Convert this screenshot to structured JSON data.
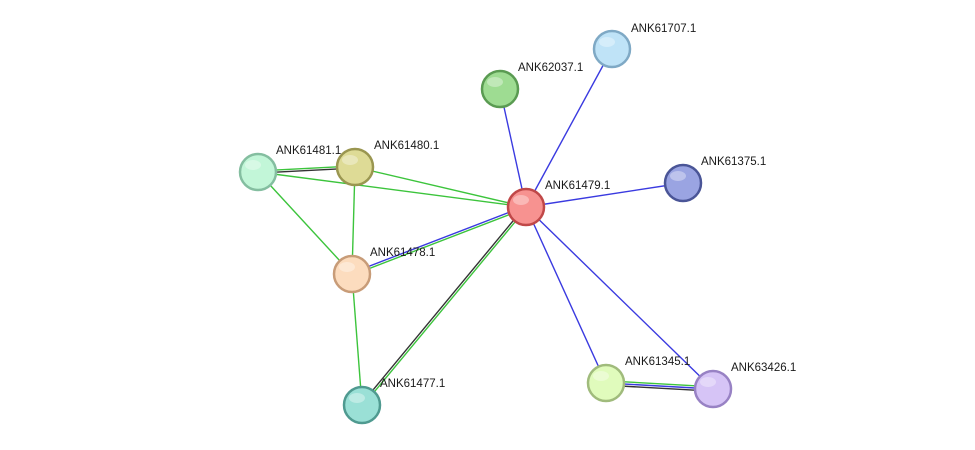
{
  "network": {
    "nodes": [
      {
        "id": "ANK61479.1",
        "label": "ANK61479.1",
        "fill": "#f79290",
        "stroke": "#c04848"
      },
      {
        "id": "ANK61707.1",
        "label": "ANK61707.1",
        "fill": "#bfe3f7",
        "stroke": "#7fa9c5"
      },
      {
        "id": "ANK62037.1",
        "label": "ANK62037.1",
        "fill": "#9edc92",
        "stroke": "#5a9b52"
      },
      {
        "id": "ANK61375.1",
        "label": "ANK61375.1",
        "fill": "#9aa4e2",
        "stroke": "#4a5597"
      },
      {
        "id": "ANK61481.1",
        "label": "ANK61481.1",
        "fill": "#c2f6d8",
        "stroke": "#84bea0"
      },
      {
        "id": "ANK61480.1",
        "label": "ANK61480.1",
        "fill": "#dedb96",
        "stroke": "#9a9650"
      },
      {
        "id": "ANK61478.1",
        "label": "ANK61478.1",
        "fill": "#fcdcbe",
        "stroke": "#c89c78"
      },
      {
        "id": "ANK61477.1",
        "label": "ANK61477.1",
        "fill": "#9ae0d6",
        "stroke": "#4f9a90"
      },
      {
        "id": "ANK61345.1",
        "label": "ANK61345.1",
        "fill": "#e0fbbc",
        "stroke": "#a0bb7c"
      },
      {
        "id": "ANK63426.1",
        "label": "ANK63426.1",
        "fill": "#d6c4f6",
        "stroke": "#9882c4"
      }
    ],
    "edges": [
      {
        "source": "ANK61479.1",
        "target": "ANK61707.1",
        "colors": [
          "#3a3ae0"
        ]
      },
      {
        "source": "ANK61479.1",
        "target": "ANK62037.1",
        "colors": [
          "#3a3ae0"
        ]
      },
      {
        "source": "ANK61479.1",
        "target": "ANK61375.1",
        "colors": [
          "#3a3ae0"
        ]
      },
      {
        "source": "ANK61479.1",
        "target": "ANK61481.1",
        "colors": [
          "#3cc43c"
        ]
      },
      {
        "source": "ANK61479.1",
        "target": "ANK61480.1",
        "colors": [
          "#3cc43c"
        ]
      },
      {
        "source": "ANK61479.1",
        "target": "ANK61478.1",
        "colors": [
          "#3cc43c",
          "#3a3ae0"
        ]
      },
      {
        "source": "ANK61479.1",
        "target": "ANK61477.1",
        "colors": [
          "#3cc43c",
          "#333333"
        ]
      },
      {
        "source": "ANK61479.1",
        "target": "ANK61345.1",
        "colors": [
          "#3a3ae0"
        ]
      },
      {
        "source": "ANK61479.1",
        "target": "ANK63426.1",
        "colors": [
          "#3a3ae0"
        ]
      },
      {
        "source": "ANK61481.1",
        "target": "ANK61480.1",
        "colors": [
          "#3cc43c",
          "#333333"
        ]
      },
      {
        "source": "ANK61481.1",
        "target": "ANK61478.1",
        "colors": [
          "#3cc43c"
        ]
      },
      {
        "source": "ANK61480.1",
        "target": "ANK61478.1",
        "colors": [
          "#3cc43c"
        ]
      },
      {
        "source": "ANK61478.1",
        "target": "ANK61477.1",
        "colors": [
          "#3cc43c"
        ]
      },
      {
        "source": "ANK61345.1",
        "target": "ANK63426.1",
        "colors": [
          "#3cc43c",
          "#3a3ae0",
          "#333333"
        ]
      }
    ]
  }
}
